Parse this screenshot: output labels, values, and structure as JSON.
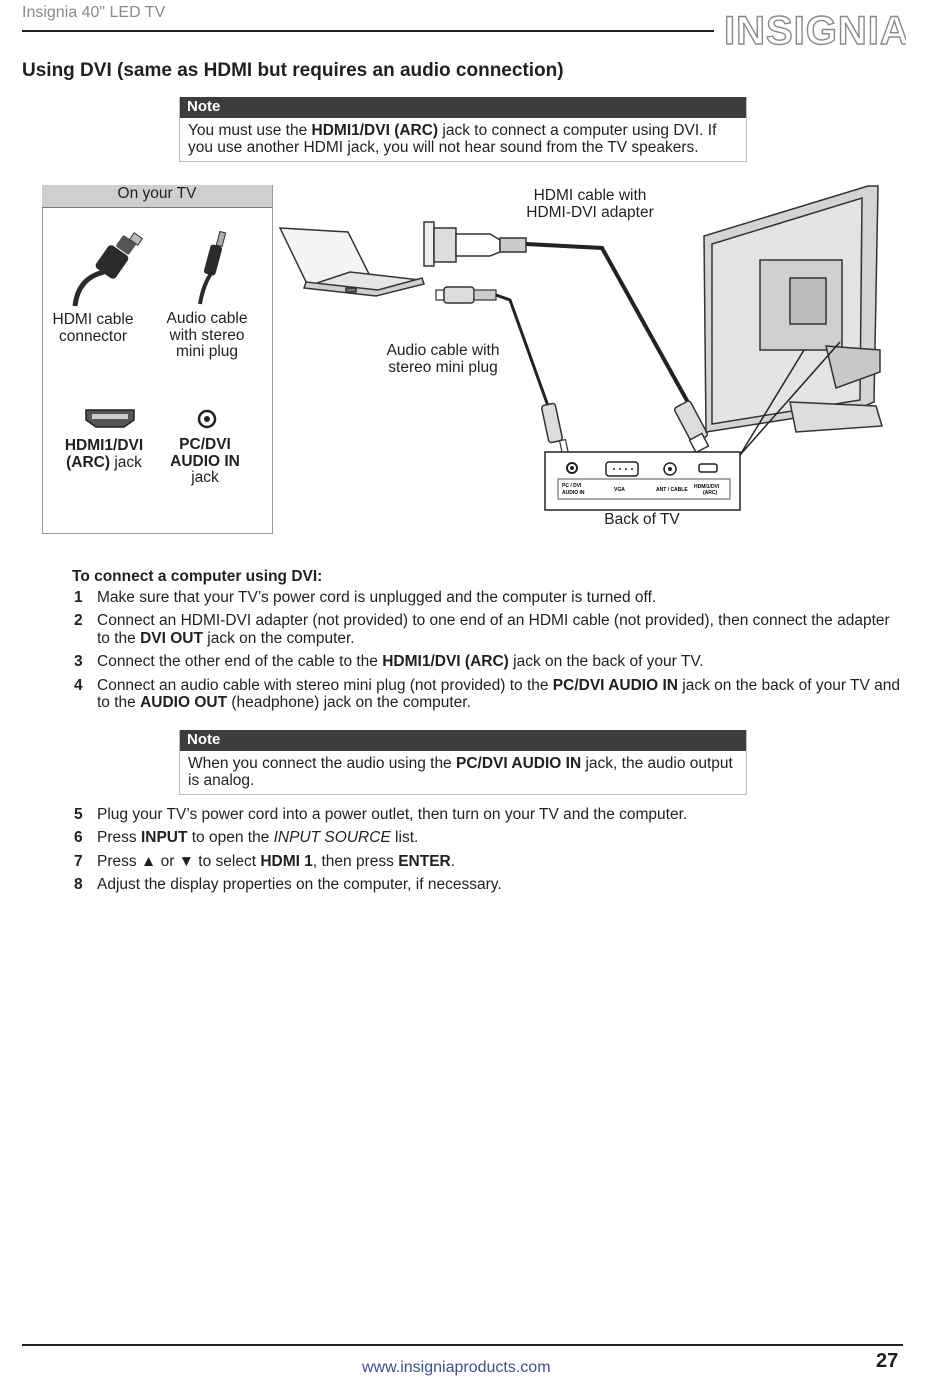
{
  "header": {
    "title": "Insignia 40\" LED TV",
    "logo": "INSIGNIA"
  },
  "section_title": "Using DVI (same as HDMI but requires an audio connection)",
  "note1": {
    "label": "Note",
    "p1": "You must use the ",
    "b1": "HDMI1/DVI (ARC)",
    "p2": " jack to connect a computer using DVI. If you use another HDMI jack, you will not hear sound from the TV speakers."
  },
  "figure": {
    "panel_title": "On your TV",
    "hdmi_cable_connector": [
      "HDMI cable",
      "connector"
    ],
    "audio_cable_plug": [
      "Audio cable",
      "with stereo",
      "mini plug"
    ],
    "hdmi_jack": {
      "b1": "HDMI1/DVI",
      "b2": "(ARC)",
      "t2": " jack"
    },
    "pc_audio_jack": {
      "b1": "PC/DVI",
      "b2": "AUDIO IN",
      "t3": "jack"
    },
    "hdmi_cable_adapter": [
      "HDMI cable with",
      "HDMI-DVI adapter"
    ],
    "audio_cable_stereo": [
      "Audio cable with",
      "stereo mini plug"
    ],
    "back_of_tv": "Back of TV",
    "port_labels": {
      "pc_dvi": "PC / DVI",
      "audio_in": "AUDIO IN",
      "vga": "VGA",
      "ant": "ANT / CABLE",
      "hdmi1": "HDMI1/DVI",
      "arc": "(ARC)"
    }
  },
  "steps_title": "To connect a computer using DVI:",
  "steps": [
    {
      "n": "1",
      "t": "Make sure that your TV’s power cord is unplugged and the computer is turned off."
    },
    {
      "n": "2",
      "a": "Connect an HDMI-DVI adapter (not provided) to one end of an HDMI cable (not provided), then connect the adapter to the ",
      "b": "DVI OUT",
      "c": " jack on the computer."
    },
    {
      "n": "3",
      "a": "Connect the other end of the cable to the ",
      "b": "HDMI1/DVI (ARC)",
      "c": " jack on the back of your TV."
    },
    {
      "n": "4",
      "a": "Connect an audio cable with stereo mini plug (not provided) to the ",
      "b": "PC/DVI AUDIO IN",
      "c": " jack on the back of your TV and to the ",
      "d": "AUDIO OUT",
      "e": " (headphone) jack on the computer."
    },
    {
      "n": "5",
      "t": "Plug your TV’s power cord into a power outlet, then turn on your TV and the computer."
    },
    {
      "n": "6",
      "a": "Press ",
      "b": "INPUT",
      "c": " to open the ",
      "i": "INPUT SOURCE",
      "e": " list."
    },
    {
      "n": "7",
      "a": "Press ▲ or ▼ to select ",
      "b": "HDMI 1",
      "c": ", then press ",
      "d": "ENTER",
      "e": "."
    },
    {
      "n": "8",
      "t": "Adjust the display properties on the computer, if necessary."
    }
  ],
  "note2": {
    "label": "Note",
    "p1": "When you connect the audio using the ",
    "b1": "PC/DVI AUDIO IN",
    "p2": " jack, the audio output is analog."
  },
  "footer": {
    "url": "www.insigniaproducts.com",
    "page": "27"
  }
}
